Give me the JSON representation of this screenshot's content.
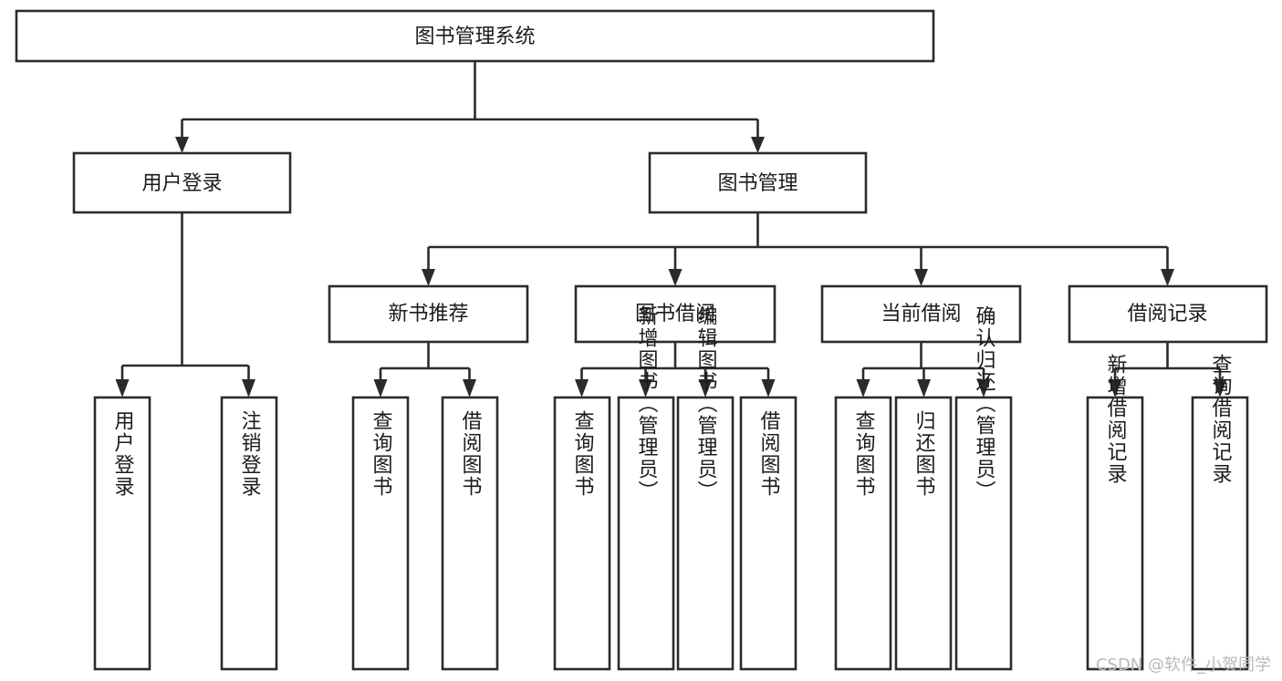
{
  "diagram": {
    "title": "图书管理系统",
    "type": "hierarchy-tree",
    "watermark": "CSDN @软件_小贺同学",
    "levels": {
      "root": {
        "label": "图书管理系统"
      },
      "level2": [
        {
          "label": "用户登录"
        },
        {
          "label": "图书管理"
        }
      ],
      "level3": [
        {
          "label": "新书推荐"
        },
        {
          "label": "图书借阅"
        },
        {
          "label": "当前借阅"
        },
        {
          "label": "借阅记录"
        }
      ],
      "leaves": {
        "user_login": [
          {
            "label": "用户登录"
          },
          {
            "label": "注销登录"
          }
        ],
        "new_book_recommend": [
          {
            "label": "查询图书"
          },
          {
            "label": "借阅图书"
          }
        ],
        "book_borrow": [
          {
            "label": "查询图书"
          },
          {
            "label": "新增图书（管理员）"
          },
          {
            "label": "编辑图书（管理员）"
          },
          {
            "label": "借阅图书"
          }
        ],
        "current_borrow": [
          {
            "label": "查询图书"
          },
          {
            "label": "归还图书"
          },
          {
            "label": "确认归还（管理员）"
          }
        ],
        "borrow_record": [
          {
            "label": "新增借阅记录"
          },
          {
            "label": "查询借阅记录"
          }
        ]
      }
    },
    "colors": {
      "box_stroke": "#2b2b2b",
      "box_fill": "#ffffff",
      "text": "#1b1b1b",
      "watermark": "#b9b9b9",
      "background": "#ffffff"
    }
  }
}
